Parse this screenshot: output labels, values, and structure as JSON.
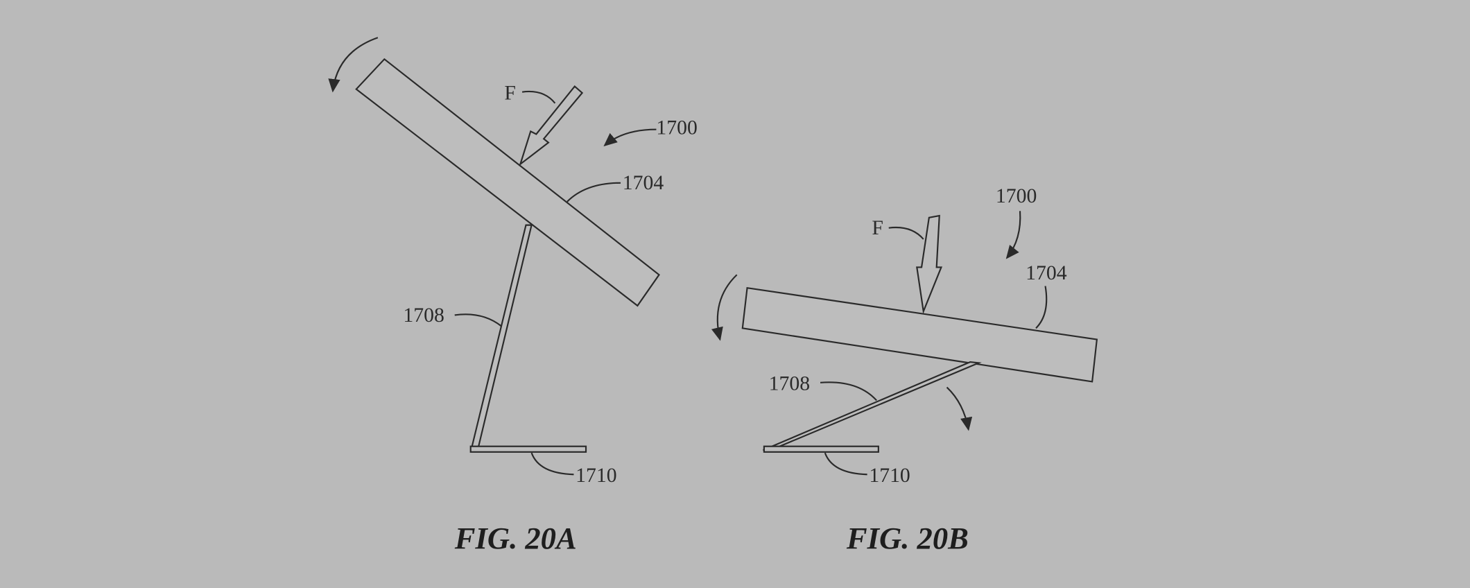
{
  "figures": [
    {
      "caption": "FIG. 20A",
      "labels": {
        "force": "F",
        "device": "1700",
        "display": "1704",
        "arm": "1708",
        "base": "1710"
      }
    },
    {
      "caption": "FIG. 20B",
      "labels": {
        "force": "F",
        "device": "1700",
        "display": "1704",
        "arm": "1708",
        "base": "1710"
      }
    }
  ],
  "colors": {
    "background": "#bababa",
    "line": "#2a2a2a"
  }
}
